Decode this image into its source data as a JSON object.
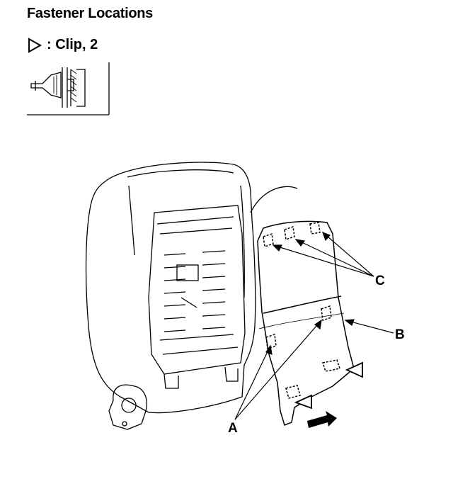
{
  "title": "Fastener Locations",
  "legend": {
    "symbol": "triangle-clip-icon",
    "text": ": Clip, 2"
  },
  "callouts": {
    "a": "A",
    "b": "B",
    "c": "C"
  }
}
